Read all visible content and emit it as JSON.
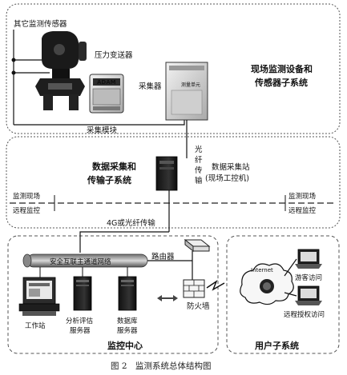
{
  "sections": {
    "field": {
      "title_line1": "现场监测设备和",
      "title_line2": "传感器子系统"
    },
    "acq": {
      "title_line1": "数据采集和",
      "title_line2": "传输子系统"
    },
    "monitor": {
      "title": "监控中心"
    },
    "user": {
      "title": "用户子系统"
    }
  },
  "field": {
    "other_sensors": "其它监测传感器",
    "pressure_transmitter": "压力变送器",
    "collector": "采集器",
    "acq_module": "采集模块",
    "device_label": "ADAM",
    "collector_plate": "测量单元"
  },
  "acq": {
    "fiber_chars": [
      "光",
      "纤",
      "传",
      "输"
    ],
    "station_line1": "数据采集站",
    "station_line2": "(现场工控机)",
    "left_top": "监测现场",
    "left_bottom": "远程监控",
    "right_top": "监测现场",
    "right_bottom": "远程监控",
    "link": "4G或光纤传输"
  },
  "monitor": {
    "bus": "安全互联主通道网络",
    "router": "路由器",
    "firewall": "防火墙",
    "workstation": "工作站",
    "analysis_line1": "分析评估",
    "analysis_line2": "服务器",
    "db_line1": "数据库",
    "db_line2": "服务器"
  },
  "user": {
    "internet": "Internet",
    "guest": "游客访问",
    "remote": "远程授权访问"
  },
  "caption": "图 2　监测系统总体结构图"
}
